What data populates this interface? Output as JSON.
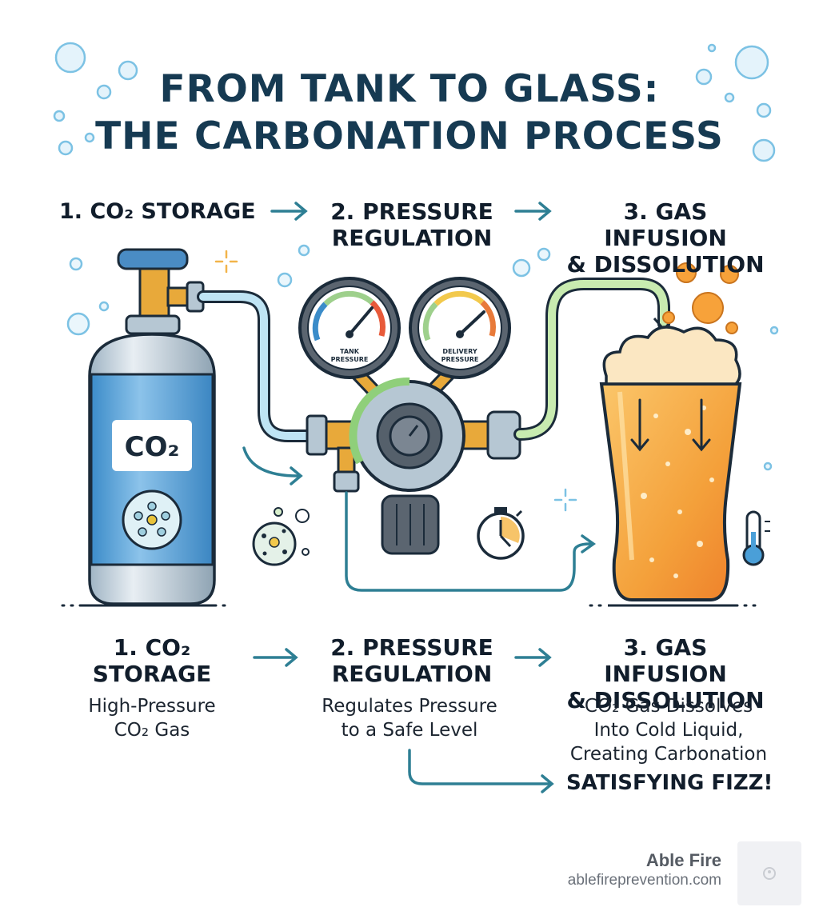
{
  "title": {
    "line1": "FROM TANK TO GLASS:",
    "line2": "THE CARBONATION PROCESS"
  },
  "top_steps": {
    "step1": "1. CO₂ STORAGE",
    "step2_line1": "2. PRESSURE",
    "step2_line2": "REGULATION",
    "step3_line1": "3. GAS INFUSION",
    "step3_line2": "& DISSOLUTION"
  },
  "illustration": {
    "tank_label": "CO₂",
    "gauge_left_label_line1": "TANK",
    "gauge_left_label_line2": "PRESSURE",
    "gauge_right_label_line1": "DELIVERY",
    "gauge_right_label_line2": "PRESSURE"
  },
  "bottom_steps": {
    "step1_line1": "1. CO₂",
    "step1_line2": "STORAGE",
    "step1_desc_line1": "High-Pressure",
    "step1_desc_line2": "CO₂ Gas",
    "step2_line1": "2. PRESSURE",
    "step2_line2": "REGULATION",
    "step2_desc_line1": "Regulates Pressure",
    "step2_desc_line2": "to a Safe Level",
    "step3_line1": "3. GAS INFUSION",
    "step3_line2": "& DISSOLUTION",
    "step3_desc_line1": "CO₂ Gas Dissolves",
    "step3_desc_line2": "Into Cold Liquid,",
    "step3_desc_line3": "Creating Carbonation",
    "result": "SATISFYING FIZZ!"
  },
  "brand": {
    "name": "Able Fire",
    "url": "ablefireprevention.com"
  },
  "colors": {
    "title": "#163a52",
    "arrow": "#2e7f94",
    "tank_blue": "#4a9fd8",
    "beer_orange": "#f29a2e"
  }
}
